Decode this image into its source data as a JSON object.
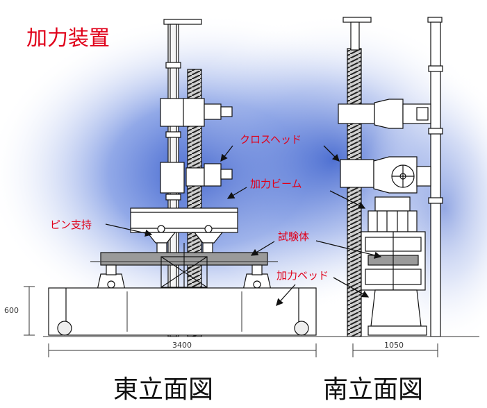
{
  "title": "加力装置",
  "labels": {
    "crosshead": "クロスヘッド",
    "loading_beam": "加力ビーム",
    "pin_support": "ピン支持",
    "specimen": "試験体",
    "loading_bed": "加力ベッド"
  },
  "dimensions": {
    "height": "600",
    "east_width": "3400",
    "south_width": "1050"
  },
  "views": {
    "east": "東立面図",
    "south": "南立面図"
  },
  "colors": {
    "label_red": "#e0001a",
    "background_glow": "#2f55c8",
    "specimen_gray": "#9a9a9a"
  }
}
